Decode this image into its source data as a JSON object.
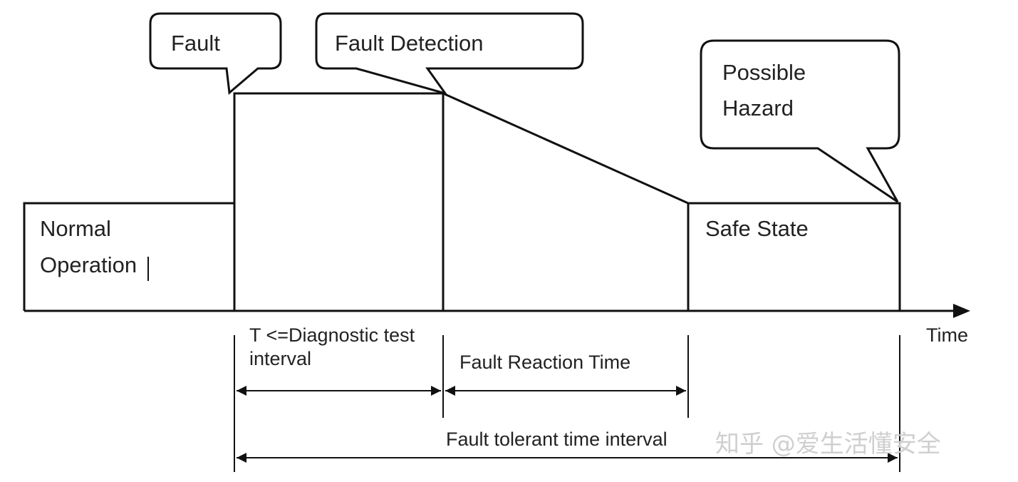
{
  "callouts": {
    "fault": "Fault",
    "fault_detection": "Fault Detection",
    "possible_hazard_line1": "Possible",
    "possible_hazard_line2": "Hazard"
  },
  "states": {
    "normal_line1": "Normal",
    "normal_line2": "Operation",
    "safe_state": "Safe State"
  },
  "axis": {
    "time_label": "Time"
  },
  "intervals": {
    "diagnostic_line1": "T <=Diagnostic test",
    "diagnostic_line2": "interval",
    "fault_reaction": "Fault Reaction Time",
    "fault_tolerant": "Fault tolerant time interval"
  },
  "watermark": "知乎 @爱生活懂安全"
}
